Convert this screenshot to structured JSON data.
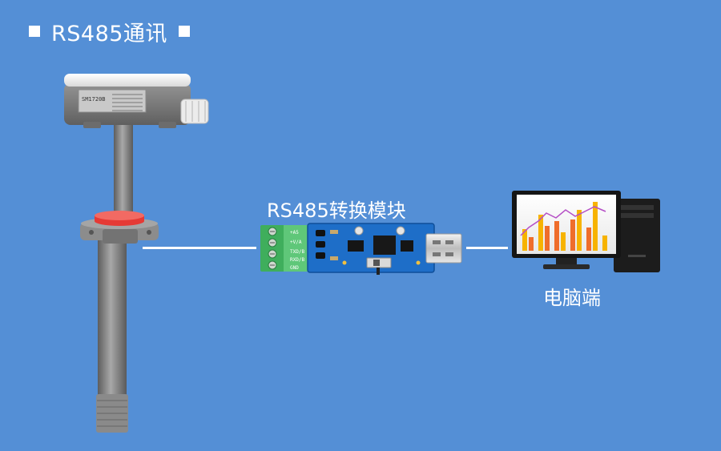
{
  "header": {
    "title": "RS485通讯"
  },
  "module": {
    "label": "RS485转换模块",
    "pins": [
      "+A5",
      "+V/A",
      "TXD/B",
      "RXD/B",
      "GND"
    ]
  },
  "sensor": {
    "model": "SM1720B"
  },
  "computer": {
    "label": "电脑端"
  },
  "colors": {
    "background": "#548fd6",
    "pcb": "#1e6ec8",
    "terminal": "#3fae5c",
    "sensor_body": "#7d7d7d"
  }
}
